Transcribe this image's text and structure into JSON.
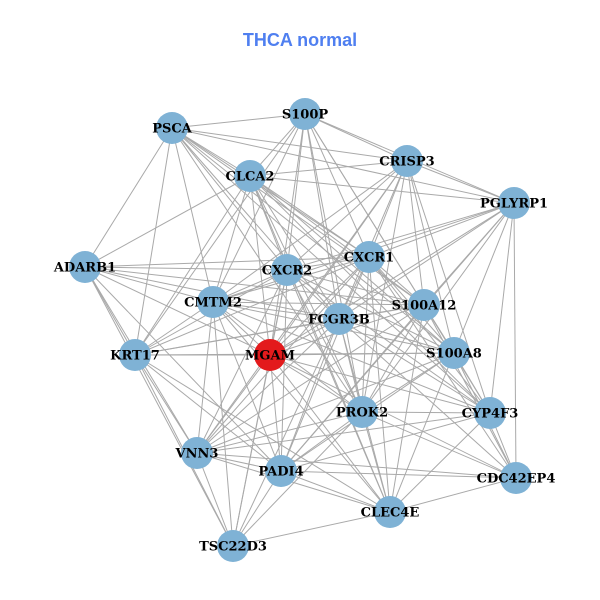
{
  "title": "THCA normal",
  "colors": {
    "node": "#7fb2d5",
    "highlight": "#e31a1c",
    "edge": "#a9a9a9",
    "title": "#4f7ff0"
  },
  "nodes": [
    {
      "id": "S100P"
    },
    {
      "id": "PSCA"
    },
    {
      "id": "CRISP3"
    },
    {
      "id": "CLCA2"
    },
    {
      "id": "PGLYRP1"
    },
    {
      "id": "ADARB1"
    },
    {
      "id": "CXCR1"
    },
    {
      "id": "CXCR2"
    },
    {
      "id": "CMTM2"
    },
    {
      "id": "S100A12"
    },
    {
      "id": "FCGR3B"
    },
    {
      "id": "KRT17"
    },
    {
      "id": "MGAM",
      "highlight": true
    },
    {
      "id": "S100A8"
    },
    {
      "id": "PROK2"
    },
    {
      "id": "CYP4F3"
    },
    {
      "id": "VNN3"
    },
    {
      "id": "PADI4"
    },
    {
      "id": "CDC42EP4"
    },
    {
      "id": "CLEC4E"
    },
    {
      "id": "TSC22D3"
    }
  ],
  "edges": [
    [
      "PSCA",
      "S100P"
    ],
    [
      "PSCA",
      "CRISP3"
    ],
    [
      "PSCA",
      "CLCA2"
    ],
    [
      "PSCA",
      "PGLYRP1"
    ],
    [
      "PSCA",
      "ADARB1"
    ],
    [
      "PSCA",
      "CXCR1"
    ],
    [
      "PSCA",
      "CXCR2"
    ],
    [
      "PSCA",
      "CMTM2"
    ],
    [
      "PSCA",
      "S100A12"
    ],
    [
      "PSCA",
      "FCGR3B"
    ],
    [
      "PSCA",
      "KRT17"
    ],
    [
      "PSCA",
      "S100A8"
    ],
    [
      "PSCA",
      "CYP4F3"
    ],
    [
      "PSCA",
      "PROK2"
    ],
    [
      "S100P",
      "CLCA2"
    ],
    [
      "S100P",
      "CRISP3"
    ],
    [
      "S100P",
      "CXCR1"
    ],
    [
      "S100P",
      "CXCR2"
    ],
    [
      "S100P",
      "CMTM2"
    ],
    [
      "S100P",
      "S100A12"
    ],
    [
      "S100P",
      "FCGR3B"
    ],
    [
      "S100P",
      "KRT17"
    ],
    [
      "S100P",
      "MGAM"
    ],
    [
      "S100P",
      "PROK2"
    ],
    [
      "S100P",
      "S100A8"
    ],
    [
      "S100P",
      "PGLYRP1"
    ],
    [
      "CLCA2",
      "CRISP3"
    ],
    [
      "CLCA2",
      "PGLYRP1"
    ],
    [
      "CLCA2",
      "CXCR1"
    ],
    [
      "CLCA2",
      "CXCR2"
    ],
    [
      "CLCA2",
      "CMTM2"
    ],
    [
      "CLCA2",
      "S100A12"
    ],
    [
      "CLCA2",
      "FCGR3B"
    ],
    [
      "CLCA2",
      "KRT17"
    ],
    [
      "CLCA2",
      "MGAM"
    ],
    [
      "CLCA2",
      "PROK2"
    ],
    [
      "CLCA2",
      "CYP4F3"
    ],
    [
      "CLCA2",
      "CLEC4E"
    ],
    [
      "CLCA2",
      "S100A8"
    ],
    [
      "CLCA2",
      "ADARB1"
    ],
    [
      "CRISP3",
      "PGLYRP1"
    ],
    [
      "CRISP3",
      "CXCR1"
    ],
    [
      "CRISP3",
      "CXCR2"
    ],
    [
      "CRISP3",
      "S100A12"
    ],
    [
      "CRISP3",
      "FCGR3B"
    ],
    [
      "CRISP3",
      "CMTM2"
    ],
    [
      "CRISP3",
      "MGAM"
    ],
    [
      "CRISP3",
      "PROK2"
    ],
    [
      "CRISP3",
      "S100A8"
    ],
    [
      "CRISP3",
      "CYP4F3"
    ],
    [
      "CRISP3",
      "VNN3"
    ],
    [
      "PGLYRP1",
      "CXCR1"
    ],
    [
      "PGLYRP1",
      "CXCR2"
    ],
    [
      "PGLYRP1",
      "S100A12"
    ],
    [
      "PGLYRP1",
      "FCGR3B"
    ],
    [
      "PGLYRP1",
      "S100A8"
    ],
    [
      "PGLYRP1",
      "CYP4F3"
    ],
    [
      "PGLYRP1",
      "CDC42EP4"
    ],
    [
      "PGLYRP1",
      "PROK2"
    ],
    [
      "PGLYRP1",
      "MGAM"
    ],
    [
      "PGLYRP1",
      "PADI4"
    ],
    [
      "PGLYRP1",
      "CMTM2"
    ],
    [
      "ADARB1",
      "CXCR1"
    ],
    [
      "ADARB1",
      "CXCR2"
    ],
    [
      "ADARB1",
      "CMTM2"
    ],
    [
      "ADARB1",
      "KRT17"
    ],
    [
      "ADARB1",
      "MGAM"
    ],
    [
      "ADARB1",
      "FCGR3B"
    ],
    [
      "ADARB1",
      "S100A12"
    ],
    [
      "ADARB1",
      "VNN3"
    ],
    [
      "ADARB1",
      "TSC22D3"
    ],
    [
      "ADARB1",
      "PADI4"
    ],
    [
      "CXCR1",
      "CXCR2"
    ],
    [
      "CXCR1",
      "CMTM2"
    ],
    [
      "CXCR1",
      "S100A12"
    ],
    [
      "CXCR1",
      "FCGR3B"
    ],
    [
      "CXCR1",
      "KRT17"
    ],
    [
      "CXCR1",
      "MGAM"
    ],
    [
      "CXCR1",
      "S100A8"
    ],
    [
      "CXCR1",
      "PROK2"
    ],
    [
      "CXCR1",
      "CYP4F3"
    ],
    [
      "CXCR1",
      "VNN3"
    ],
    [
      "CXCR1",
      "PADI4"
    ],
    [
      "CXCR1",
      "CLEC4E"
    ],
    [
      "CXCR1",
      "CDC42EP4"
    ],
    [
      "CXCR2",
      "CMTM2"
    ],
    [
      "CXCR2",
      "S100A12"
    ],
    [
      "CXCR2",
      "FCGR3B"
    ],
    [
      "CXCR2",
      "KRT17"
    ],
    [
      "CXCR2",
      "MGAM"
    ],
    [
      "CXCR2",
      "S100A8"
    ],
    [
      "CXCR2",
      "PROK2"
    ],
    [
      "CXCR2",
      "CYP4F3"
    ],
    [
      "CXCR2",
      "VNN3"
    ],
    [
      "CXCR2",
      "PADI4"
    ],
    [
      "CXCR2",
      "CLEC4E"
    ],
    [
      "CXCR2",
      "TSC22D3"
    ],
    [
      "CMTM2",
      "S100A12"
    ],
    [
      "CMTM2",
      "FCGR3B"
    ],
    [
      "CMTM2",
      "KRT17"
    ],
    [
      "CMTM2",
      "MGAM"
    ],
    [
      "CMTM2",
      "S100A8"
    ],
    [
      "CMTM2",
      "PROK2"
    ],
    [
      "CMTM2",
      "VNN3"
    ],
    [
      "CMTM2",
      "PADI4"
    ],
    [
      "CMTM2",
      "CLEC4E"
    ],
    [
      "CMTM2",
      "TSC22D3"
    ],
    [
      "CMTM2",
      "CYP4F3"
    ],
    [
      "S100A12",
      "FCGR3B"
    ],
    [
      "S100A12",
      "S100A8"
    ],
    [
      "S100A12",
      "MGAM"
    ],
    [
      "S100A12",
      "PROK2"
    ],
    [
      "S100A12",
      "CYP4F3"
    ],
    [
      "S100A12",
      "KRT17"
    ],
    [
      "S100A12",
      "VNN3"
    ],
    [
      "S100A12",
      "PADI4"
    ],
    [
      "S100A12",
      "CLEC4E"
    ],
    [
      "S100A12",
      "CDC42EP4"
    ],
    [
      "FCGR3B",
      "MGAM"
    ],
    [
      "FCGR3B",
      "S100A8"
    ],
    [
      "FCGR3B",
      "PROK2"
    ],
    [
      "FCGR3B",
      "CYP4F3"
    ],
    [
      "FCGR3B",
      "KRT17"
    ],
    [
      "FCGR3B",
      "VNN3"
    ],
    [
      "FCGR3B",
      "PADI4"
    ],
    [
      "FCGR3B",
      "CLEC4E"
    ],
    [
      "FCGR3B",
      "CDC42EP4"
    ],
    [
      "FCGR3B",
      "TSC22D3"
    ],
    [
      "KRT17",
      "MGAM"
    ],
    [
      "KRT17",
      "VNN3"
    ],
    [
      "KRT17",
      "PADI4"
    ],
    [
      "KRT17",
      "TSC22D3"
    ],
    [
      "KRT17",
      "CLEC4E"
    ],
    [
      "KRT17",
      "S100A8"
    ],
    [
      "MGAM",
      "S100A8"
    ],
    [
      "MGAM",
      "PROK2"
    ],
    [
      "MGAM",
      "CYP4F3"
    ],
    [
      "MGAM",
      "VNN3"
    ],
    [
      "MGAM",
      "PADI4"
    ],
    [
      "MGAM",
      "CLEC4E"
    ],
    [
      "MGAM",
      "TSC22D3"
    ],
    [
      "MGAM",
      "CDC42EP4"
    ],
    [
      "S100A8",
      "PROK2"
    ],
    [
      "S100A8",
      "CYP4F3"
    ],
    [
      "S100A8",
      "VNN3"
    ],
    [
      "S100A8",
      "PADI4"
    ],
    [
      "S100A8",
      "CLEC4E"
    ],
    [
      "S100A8",
      "CDC42EP4"
    ],
    [
      "PROK2",
      "CYP4F3"
    ],
    [
      "PROK2",
      "VNN3"
    ],
    [
      "PROK2",
      "PADI4"
    ],
    [
      "PROK2",
      "CLEC4E"
    ],
    [
      "PROK2",
      "CDC42EP4"
    ],
    [
      "PROK2",
      "TSC22D3"
    ],
    [
      "CYP4F3",
      "VNN3"
    ],
    [
      "CYP4F3",
      "CLEC4E"
    ],
    [
      "CYP4F3",
      "CDC42EP4"
    ],
    [
      "CYP4F3",
      "PADI4"
    ],
    [
      "VNN3",
      "PADI4"
    ],
    [
      "VNN3",
      "CLEC4E"
    ],
    [
      "VNN3",
      "TSC22D3"
    ],
    [
      "VNN3",
      "CDC42EP4"
    ],
    [
      "PADI4",
      "CLEC4E"
    ],
    [
      "PADI4",
      "TSC22D3"
    ],
    [
      "PADI4",
      "CDC42EP4"
    ],
    [
      "CLEC4E",
      "CDC42EP4"
    ],
    [
      "CLEC4E",
      "TSC22D3"
    ]
  ]
}
